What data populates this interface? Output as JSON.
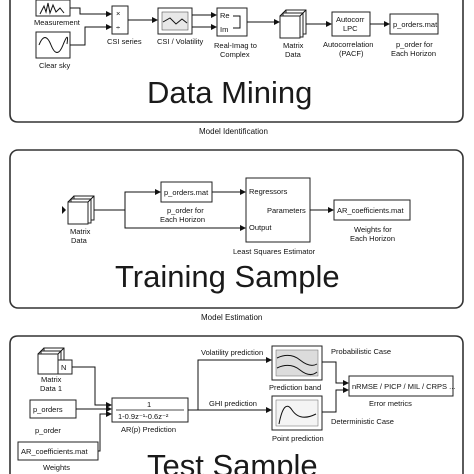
{
  "panels": {
    "top": {
      "title": "Data Mining",
      "caption": "Model Identification",
      "blocks": {
        "measurement": "Measurement",
        "clear_sky": "Clear sky",
        "csi_series": "CSI series",
        "csi_volatility": "CSI / Volatility",
        "re": "Re",
        "im": "Im",
        "real_imag_1": "Real-Imag to",
        "real_imag_2": "Complex",
        "matrix_data_1": "Matrix",
        "matrix_data_2": "Data",
        "autocorr_1": "Autocorr",
        "autocorr_2": "LPC",
        "autocorr_label_1": "Autocorrelation",
        "autocorr_label_2": "(PACF)",
        "p_orders": "p_orders.mat",
        "p_order_label_1": "p_order for",
        "p_order_label_2": "Each Horizon",
        "mult": "×",
        "div": "÷"
      }
    },
    "middle": {
      "title": "Training Sample",
      "caption": "Model Estimation",
      "blocks": {
        "matrix_data_1": "Matrix",
        "matrix_data_2": "Data",
        "p_orders": "p_orders.mat",
        "p_order_label_1": "p_order for",
        "p_order_label_2": "Each Horizon",
        "regressors": "Regressors",
        "parameters": "Parameters",
        "output": "Output",
        "lse": "Least Squares Estimator",
        "ar_coeffs": "AR_coefficients.mat",
        "weights_1": "Weights for",
        "weights_2": "Each Horizon"
      }
    },
    "bottom": {
      "title": "Test Sample",
      "blocks": {
        "matrix_data_1": "Matrix",
        "matrix_data_2": "Data 1",
        "n_port": "N",
        "p_orders": "p_orders",
        "p_order": "p_order",
        "ar_coeffs": "AR_coefficients.mat",
        "weights": "Weights",
        "tf_num": "1",
        "tf_den": "1-0.9z⁻¹-0.6z⁻²",
        "ar_pred": "AR(p) Prediction",
        "vol_pred": "Volatility prediction",
        "ghi_pred": "GHI prediction",
        "prob_case": "Probabilistic Case",
        "pred_band": "Prediction band",
        "det_case": "Deterministic Case",
        "point_pred": "Point prediction",
        "metrics": "nRMSE / PICP / MIL / CRPS ...",
        "error_metrics": "Error metrics"
      }
    }
  }
}
